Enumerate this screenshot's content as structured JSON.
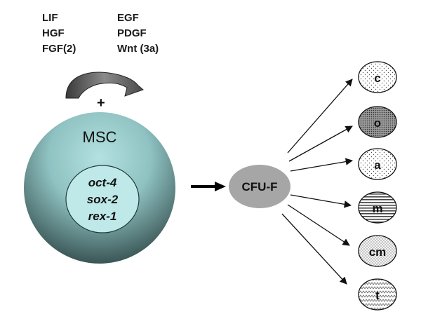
{
  "factors": {
    "left": [
      "LIF",
      "HGF",
      "FGF(2)"
    ],
    "right": [
      "EGF",
      "PDGF",
      "Wnt (3a)"
    ]
  },
  "cycle_symbol": "+",
  "msc": {
    "label": "MSC",
    "genes": [
      "oct-4",
      "sox-2",
      "rex-1"
    ],
    "outer_color_top": "#a9d6d6",
    "outer_color_bottom": "#2f4646",
    "inner_color": "#bfe9e9"
  },
  "cfu": {
    "label": "CFU-F",
    "color": "#a6a6a6"
  },
  "lineages": [
    {
      "label": "c",
      "pattern": "dots"
    },
    {
      "label": "o",
      "pattern": "dense-dots"
    },
    {
      "label": "a",
      "pattern": "dots"
    },
    {
      "label": "m",
      "pattern": "horizontal-lines"
    },
    {
      "label": "cm",
      "pattern": "fine-dots"
    },
    {
      "label": "t",
      "pattern": "zigzag"
    }
  ]
}
